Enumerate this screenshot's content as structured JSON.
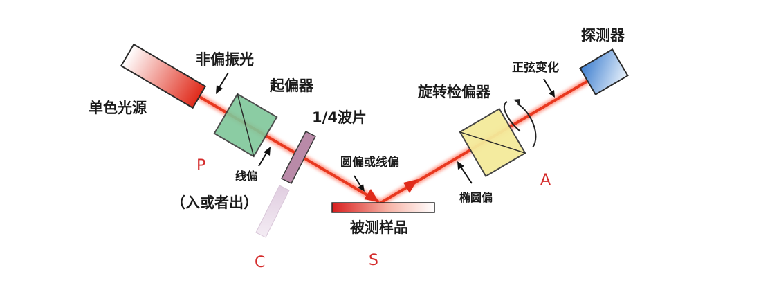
{
  "labels": {
    "light_source": "单色光源",
    "unpolarized": "非偏振光",
    "polarizer": "起偏器",
    "quarter_wave": "1/4波片",
    "linear_pol": "线偏",
    "in_or_out": "（入或者出）",
    "circular_or_linear": "圆偏或线偏",
    "sample": "被测样品",
    "elliptical": "椭圆偏",
    "rotating_analyzer": "旋转检偏器",
    "sine_variation": "正弦变化",
    "detector": "探测器",
    "P": "P",
    "C": "C",
    "S": "S",
    "A": "A"
  },
  "colors": {
    "beam": "#e8381f",
    "beam_glow": "#ff9a8a",
    "polarizer_fill": "#7fc79a",
    "analyzer_fill": "#f4ea9a",
    "waveplate_fill": "#b98aa8",
    "label_red": "#d42a2a"
  }
}
